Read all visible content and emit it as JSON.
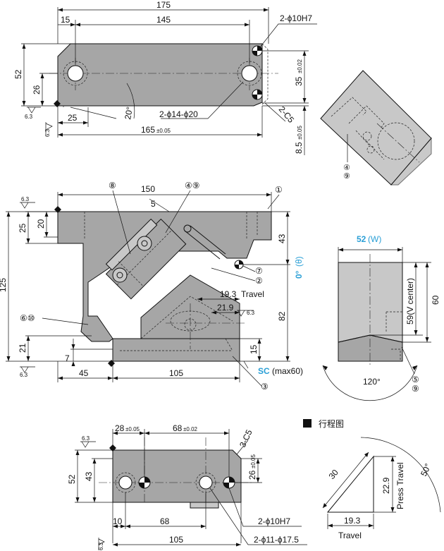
{
  "top_view": {
    "dim_175": "175",
    "dim_15": "15",
    "dim_145": "145",
    "hole_h7": "2-ϕ10H7",
    "dim_52": "52",
    "dim_26": "26",
    "dim_35": "35",
    "tol_35": "±0.02",
    "angle_20": "20°",
    "cbore": "2-ϕ14-ϕ20",
    "chamfer": "2-C5",
    "dim_25": "25",
    "dim_165": "165",
    "tol_165": "±0.05",
    "dim_8_5": "8.5",
    "tol_8_5": "±0.05",
    "rough": "6.3"
  },
  "iso_view": {
    "label_a": "④",
    "label_b": "⑨"
  },
  "front_view": {
    "dim_150": "150",
    "dim_5": "5",
    "dim_25": "25",
    "dim_20": "20",
    "dim_43": "43",
    "dim_125": "125",
    "dim_21": "21",
    "dim_7": "7",
    "dim_45": "45",
    "dim_105": "105",
    "dim_19_3": "19.3",
    "travel": "Travel",
    "dim_21_9": "21.9",
    "dim_82": "82",
    "dim_15": "15",
    "angle_0": "0°",
    "theta": "(θ)",
    "sc": "SC",
    "sc_max": "(max60)",
    "rough": "6.3",
    "callouts": [
      "①",
      "②",
      "③",
      "④⑨",
      "⑥⑩",
      "⑦",
      "⑧"
    ]
  },
  "side_view": {
    "w_val": "52",
    "w_sym": "(W)",
    "dim_60": "60",
    "dim_59": "59(V center)",
    "angle_120": "120°",
    "label_a": "⑤",
    "label_b": "⑨"
  },
  "bottom_view": {
    "dim_28": "28",
    "tol_28": "±0.05",
    "dim_68": "68",
    "tol_68": "±0.02",
    "chamfer": "3-C5",
    "dim_52": "52",
    "dim_43": "43",
    "dim_26": "26",
    "tol_26": "±0.05",
    "dim_10": "10",
    "dim_68b": "68",
    "hole_h7": "2-ϕ10H7",
    "cbore": "2-ϕ11-ϕ17.5",
    "dim_105": "105",
    "rough": "6.3"
  },
  "travel_diagram": {
    "title": "行程图",
    "dim_30": "30",
    "dim_22_9": "22.9",
    "press_travel": "Press Travel",
    "angle_50": "50°",
    "dim_19_3": "19.3",
    "travel": "Travel"
  }
}
